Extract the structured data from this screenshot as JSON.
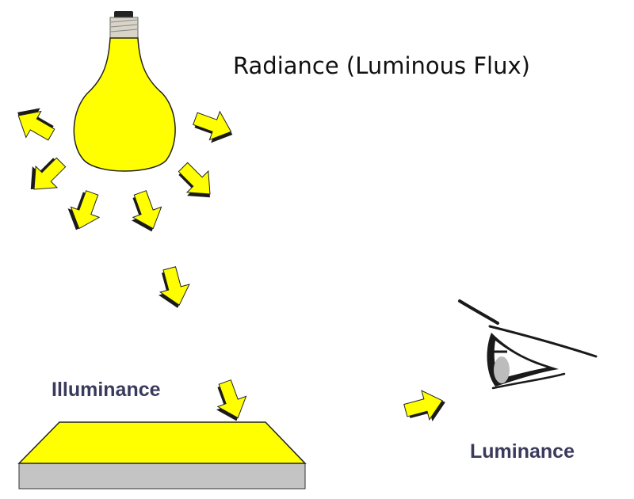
{
  "labels": {
    "radiance": "Radiance (Luminous Flux)",
    "illuminance": "Illuminance",
    "luminance": "Luminance"
  },
  "icons": {
    "light_source": "light-bulb-icon",
    "surface": "illuminated-surface",
    "observer": "eye-icon",
    "rays": "arrow-icon"
  },
  "colors": {
    "light": "#ffff00",
    "shadow": "#1a1a1a",
    "surface_side": "#c4c4c4",
    "pupil": "#bcbcbc",
    "label_text": "#3a3a5c"
  }
}
